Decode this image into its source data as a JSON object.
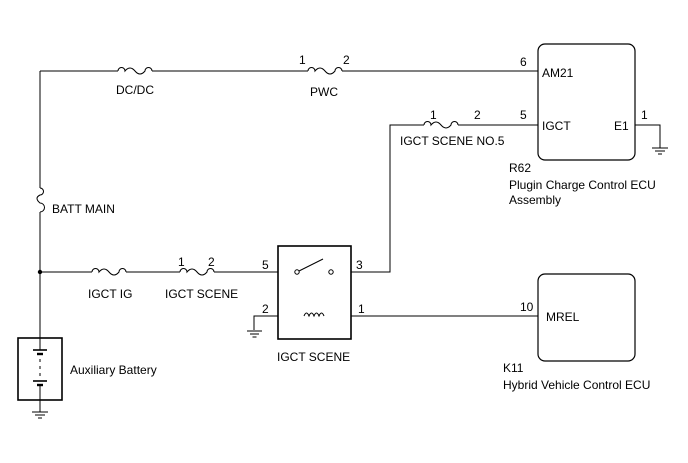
{
  "fuses": {
    "dcdc": "DC/DC",
    "pwc": "PWC",
    "batt_main": "BATT MAIN",
    "igct_ig": "IGCT IG",
    "igct_scene": "IGCT SCENE",
    "igct_scene_no5": "IGCT SCENE NO.5"
  },
  "pins": {
    "pwc_1": "1",
    "pwc_2": "2",
    "no5_1": "1",
    "no5_2": "2",
    "scene_1": "1",
    "scene_2": "2",
    "relay_5": "5",
    "relay_3": "3",
    "relay_2": "2",
    "relay_1": "1"
  },
  "relay": {
    "label": "IGCT SCENE"
  },
  "battery": {
    "label": "Auxiliary Battery"
  },
  "ecu_r62": {
    "code": "R62",
    "name_line1": "Plugin Charge Control ECU",
    "name_line2": "Assembly",
    "pin_am21_num": "6",
    "pin_am21": "AM21",
    "pin_igct_num": "5",
    "pin_igct": "IGCT",
    "pin_e1_num": "1",
    "pin_e1": "E1"
  },
  "ecu_k11": {
    "code": "K11",
    "name": "Hybrid Vehicle Control ECU",
    "pin_mrel_num": "10",
    "pin_mrel": "MREL"
  }
}
